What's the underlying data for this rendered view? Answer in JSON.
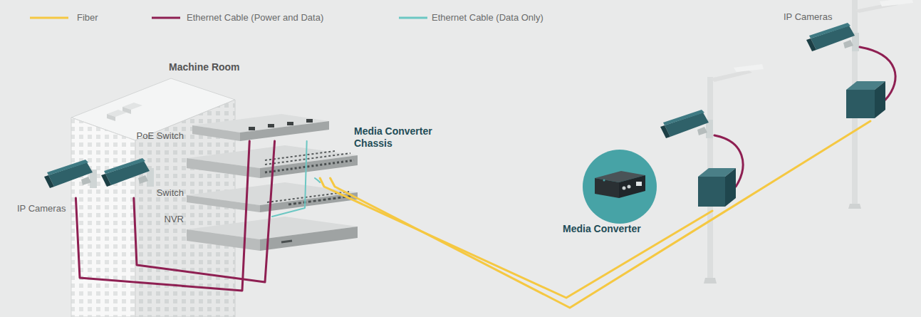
{
  "diagram": {
    "nodes": [
      {
        "text": [
          "Machine Room"
        ]
      },
      {
        "text": [
          "IP Cameras"
        ],
        "in": 0
      },
      {
        "text": [
          "PoE Switch"
        ],
        "in": 0
      },
      {
        "text": [
          "Media Converter Chassis"
        ],
        "in": 0
      },
      {
        "text": [
          "Switch"
        ],
        "in": 0
      },
      {
        "text": [
          "NVR"
        ],
        "in": 0
      },
      {
        "text": [
          "Media Converter"
        ]
      },
      {
        "text": [
          "IP Cameras"
        ]
      }
    ],
    "edges": [
      {
        "from": 1,
        "to": 2,
        "arrow": "none"
      },
      {
        "from": 2,
        "to": 5,
        "arrow": "none"
      },
      {
        "from": 3,
        "to": 4,
        "arrow": "none"
      },
      {
        "from": 3,
        "to": 6,
        "arrow": "none"
      },
      {
        "from": 3,
        "to": 7,
        "arrow": "none"
      }
    ],
    "legend": [
      {
        "text": "Fiber"
      },
      {
        "text": "Ethernet Cable (Power and Data)"
      },
      {
        "text": "Ethernet Cable (Data Only)"
      }
    ]
  }
}
